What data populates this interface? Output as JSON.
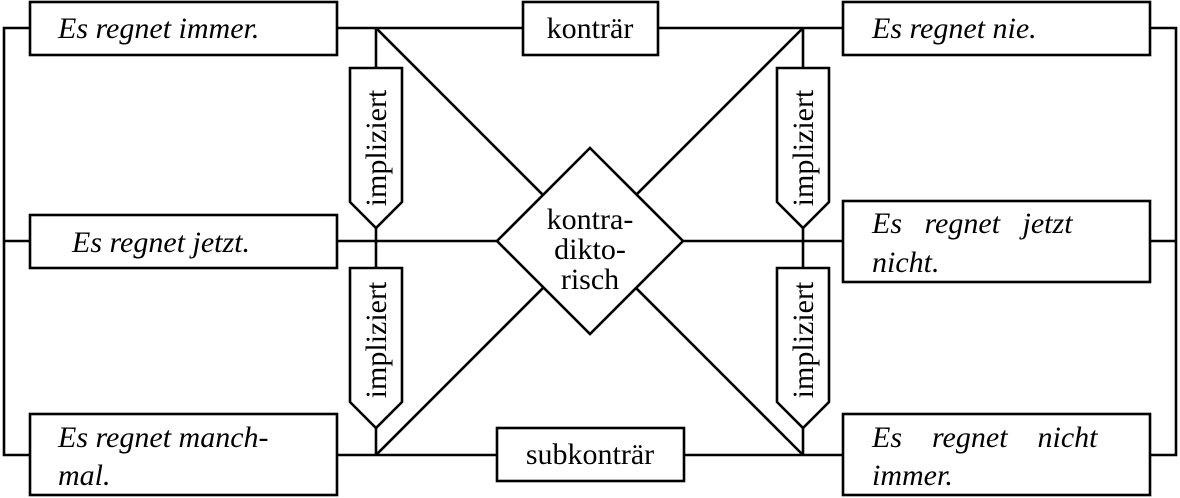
{
  "statements": {
    "top_left": [
      "Es regnet immer."
    ],
    "top_right": [
      "Es regnet nie."
    ],
    "mid_left": [
      "Es regnet jetzt."
    ],
    "mid_right": [
      "Es   regnet   jetzt",
      "nicht."
    ],
    "bot_left": [
      "Es regnet manch-",
      "mal."
    ],
    "bot_right": [
      "Es    regnet    nicht",
      "immer."
    ]
  },
  "relations": {
    "contrary": "konträr",
    "subcontrary": "subkonträr",
    "contradictory": [
      "kontra-",
      "dikto-",
      "risch"
    ],
    "implies": "impliziert"
  }
}
